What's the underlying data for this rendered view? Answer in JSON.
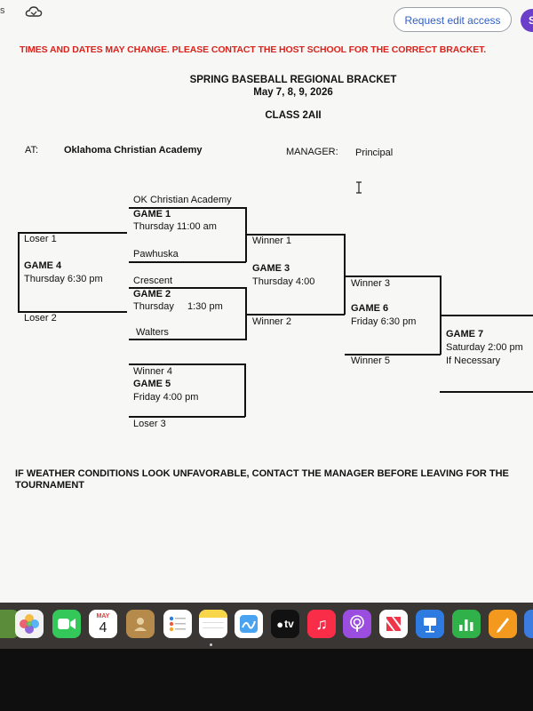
{
  "topbar": {
    "edge_glyph": "s",
    "request_button": "Request edit access",
    "avatar_letter": "S"
  },
  "document": {
    "warning": "TIMES AND DATES MAY CHANGE. PLEASE CONTACT THE HOST SCHOOL FOR THE CORRECT BRACKET.",
    "title": "SPRING BASEBALL REGIONAL BRACKET",
    "dates": "May 7, 8, 9, 2026",
    "class": "CLASS 2AII",
    "at_label": "AT:",
    "at_value": "Oklahoma Christian Academy",
    "manager_label": "MANAGER:",
    "manager_value": "Principal",
    "footer": "IF WEATHER CONDITIONS LOOK UNFAVORABLE, CONTACT THE MANAGER BEFORE LEAVING FOR THE TOURNAMENT"
  },
  "bracket": {
    "game1": {
      "team_top": "OK Christian Academy",
      "name": "GAME 1",
      "time": "Thursday  11:00 am",
      "team_bottom": "Pawhuska"
    },
    "game2": {
      "team_top": "Crescent",
      "name": "GAME 2",
      "time_day": "Thursday",
      "time_hour": "1:30 pm",
      "team_bottom": "Walters"
    },
    "game3": {
      "team_top": "Winner 1",
      "name": "GAME 3",
      "time": "Thursday 4:00",
      "team_bottom": "Winner 2"
    },
    "game4": {
      "team_top": "Loser 1",
      "name": "GAME 4",
      "time": "Thursday 6:30 pm",
      "team_bottom": "Loser 2"
    },
    "game5": {
      "team_top": "Winner 4",
      "name": "GAME 5",
      "time": "Friday 4:00 pm",
      "team_bottom": "Loser 3"
    },
    "game6": {
      "team_top": "Winner 3",
      "name": "GAME 6",
      "time": "Friday 6:30 pm",
      "team_bottom": "Winner 5"
    },
    "game7": {
      "name": "GAME 7",
      "time": "Saturday 2:00 pm",
      "note": "If  Necessary"
    }
  },
  "dock": {
    "calendar_month": "MAY",
    "calendar_day": "4",
    "tv_label": "tv",
    "colors": {
      "photos": "#f2f2f2",
      "facetime": "#34c759",
      "calendar": "#ffffff",
      "contacts": "#b58a4a",
      "reminders": "#ffffff",
      "notes": "#f7d64a",
      "freeform": "#ffffff",
      "appletv": "#111111",
      "music": "#fa2d48",
      "podcasts": "#9b4de0",
      "news": "#ffffff",
      "keynote": "#2d7be0",
      "numbers": "#30b14a",
      "pages": "#f39a1e"
    }
  }
}
